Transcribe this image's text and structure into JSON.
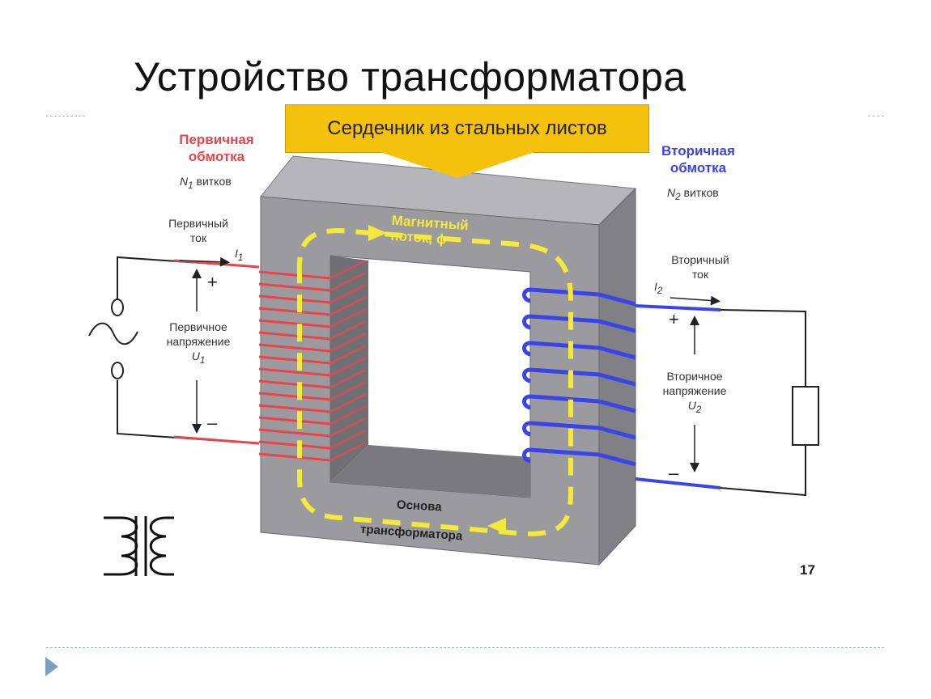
{
  "title": "Устройство трансформатора",
  "core_label": "Сердечник из стальных листов",
  "primary": {
    "winding_line1": "Первичная",
    "winding_line2": "обмотка",
    "turns_symbol": "N",
    "turns_sub": "1",
    "turns_text": "витков",
    "current_line1": "Первичный",
    "current_line2": "ток",
    "current_symbol": "I",
    "current_sub": "1",
    "voltage_line1": "Первичное",
    "voltage_line2": "напряжение",
    "voltage_symbol": "U",
    "voltage_sub": "1",
    "plus": "+",
    "minus": "–"
  },
  "secondary": {
    "winding_line1": "Вторичная",
    "winding_line2": "обмотка",
    "turns_symbol": "N",
    "turns_sub": "2",
    "turns_text": "витков",
    "current_line1": "Вторичный",
    "current_line2": "ток",
    "current_symbol": "I",
    "current_sub": "2",
    "voltage_line1": "Вторичное",
    "voltage_line2": "напряжение",
    "voltage_symbol": "U",
    "voltage_sub": "2",
    "plus": "+",
    "minus": "–"
  },
  "flux_line1": "Магнитный",
  "flux_line2": "поток, ϕ",
  "base_line1": "Основа",
  "base_line2": "трансформатора",
  "page_number": "17",
  "colors": {
    "primary_winding": "#e8454a",
    "secondary_winding": "#3b44e6",
    "flux": "#f5e93a",
    "core_front": "#9a9a9e",
    "core_top": "#b4b4b8",
    "core_side": "#7a7a7e",
    "label_box": "#f4c20d"
  },
  "icons": [
    "ac-source-icon",
    "resistor-load-icon",
    "transformer-symbol-icon",
    "next-slide-icon"
  ]
}
